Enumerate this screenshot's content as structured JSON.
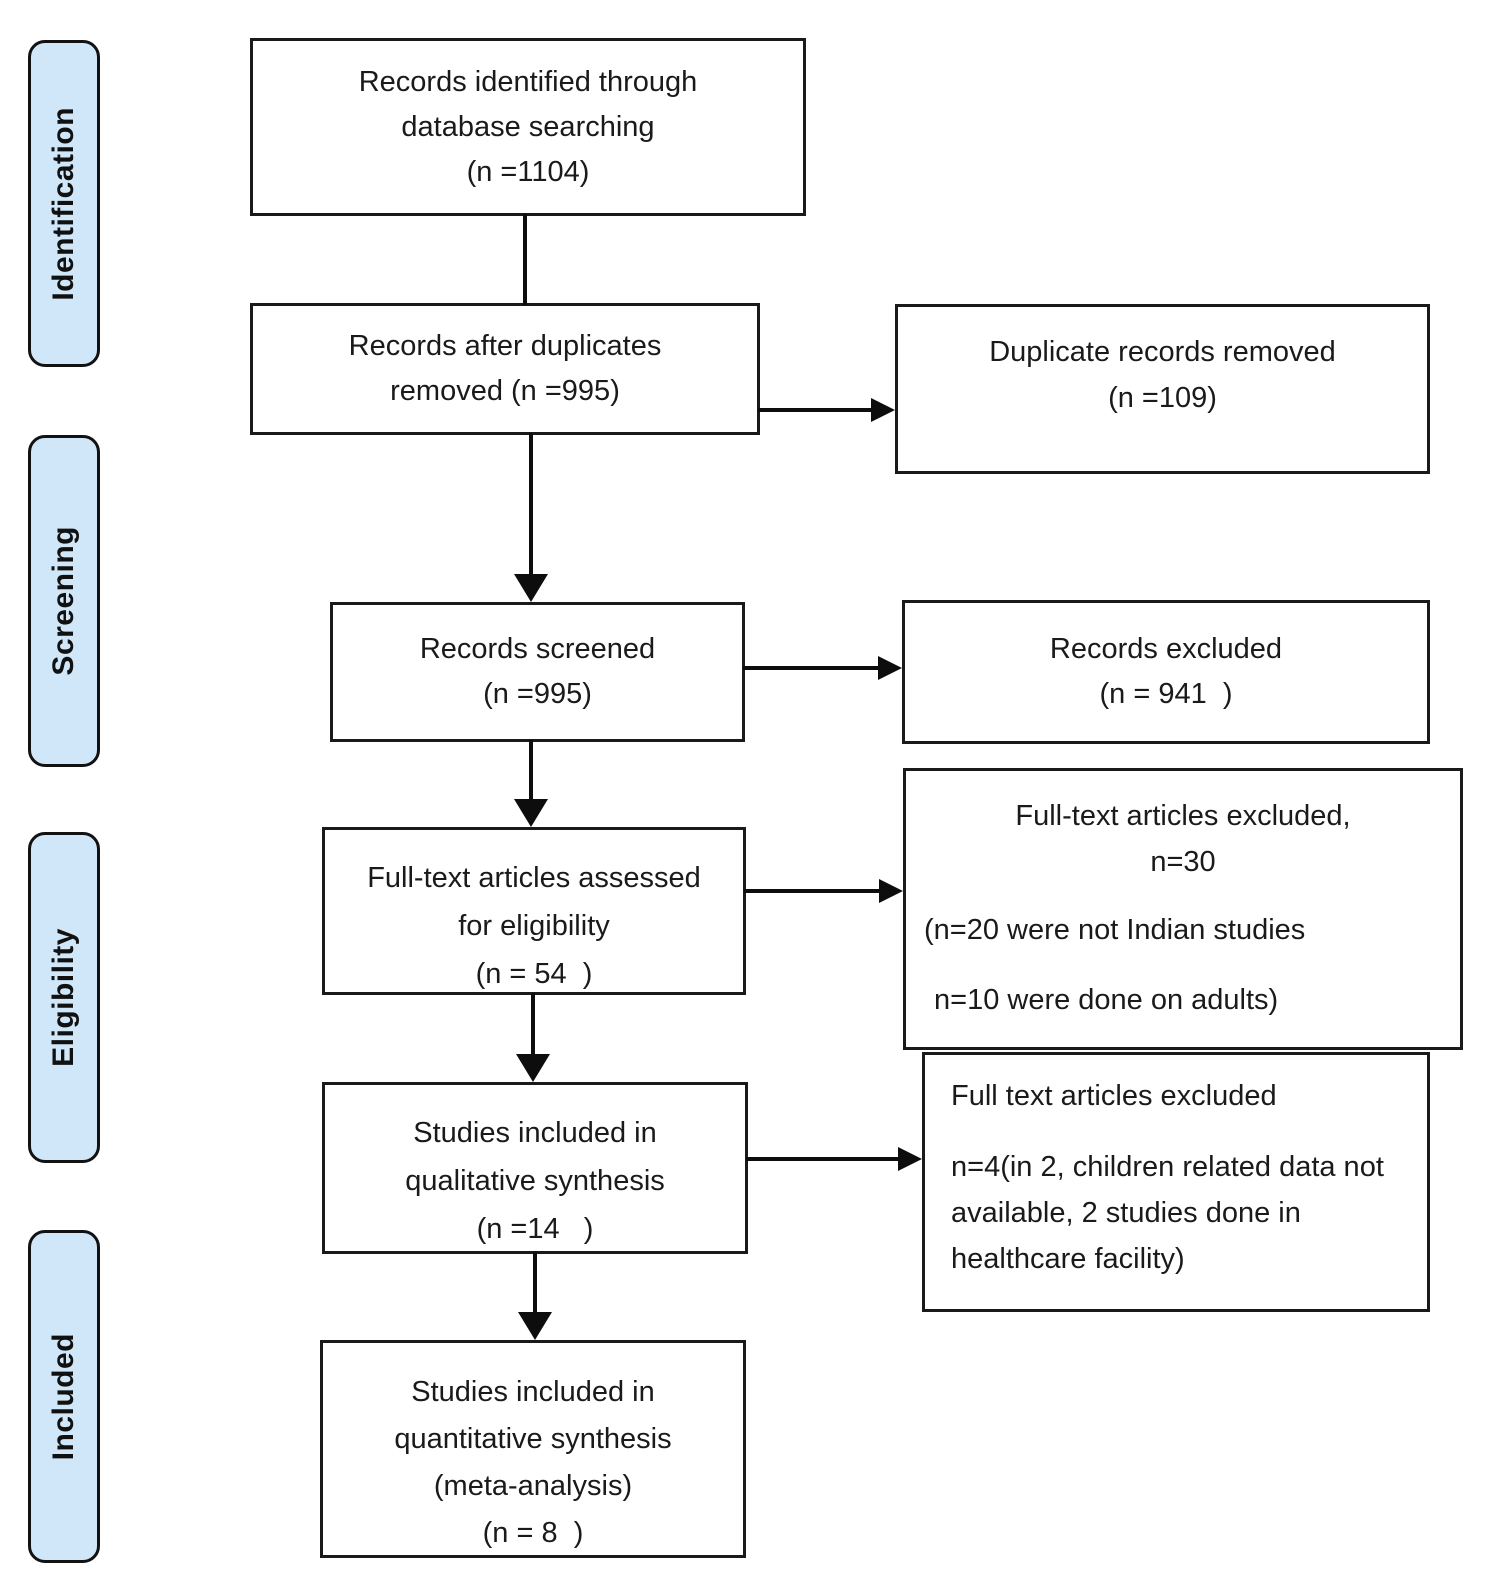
{
  "diagram": {
    "title": "PRISMA study selection flow diagram",
    "colors": {
      "stage_fill": "#cfe7f8",
      "border": "#1a1a1a"
    },
    "stages": [
      {
        "label": "Identification"
      },
      {
        "label": "Screening"
      },
      {
        "label": "Eligibility"
      },
      {
        "label": "Included"
      }
    ],
    "boxes": {
      "identified": {
        "lines": [
          "Records identified through",
          "database searching",
          "(n =1104)"
        ]
      },
      "after_duplicates": {
        "lines": [
          "Records after duplicates",
          "removed (n =995)"
        ]
      },
      "screened": {
        "lines": [
          "Records screened",
          "(n =995)"
        ]
      },
      "fulltext_assessed": {
        "lines": [
          "Full-text articles assessed",
          "for eligibility",
          "(n = 54  )"
        ]
      },
      "qualitative": {
        "lines": [
          "Studies included in",
          "qualitative synthesis",
          "(n =14   )"
        ]
      },
      "quantitative": {
        "lines": [
          "Studies included in",
          "quantitative synthesis",
          "(meta-analysis)",
          "(n = 8  )"
        ]
      },
      "duplicates_removed": {
        "lines": [
          "Duplicate records removed",
          "(n =109)"
        ]
      },
      "records_excluded": {
        "lines": [
          "Records excluded",
          "(n = 941  )"
        ]
      },
      "fulltext_excluded_30": {
        "lines": [
          "Full-text articles excluded,",
          "n=30",
          "(n=20 were not Indian studies",
          "n=10 were done on adults)"
        ]
      },
      "fulltext_excluded_4": {
        "title": "Full text articles excluded",
        "body": "n=4(in 2, children related data not available, 2 studies done in healthcare facility)"
      }
    }
  }
}
